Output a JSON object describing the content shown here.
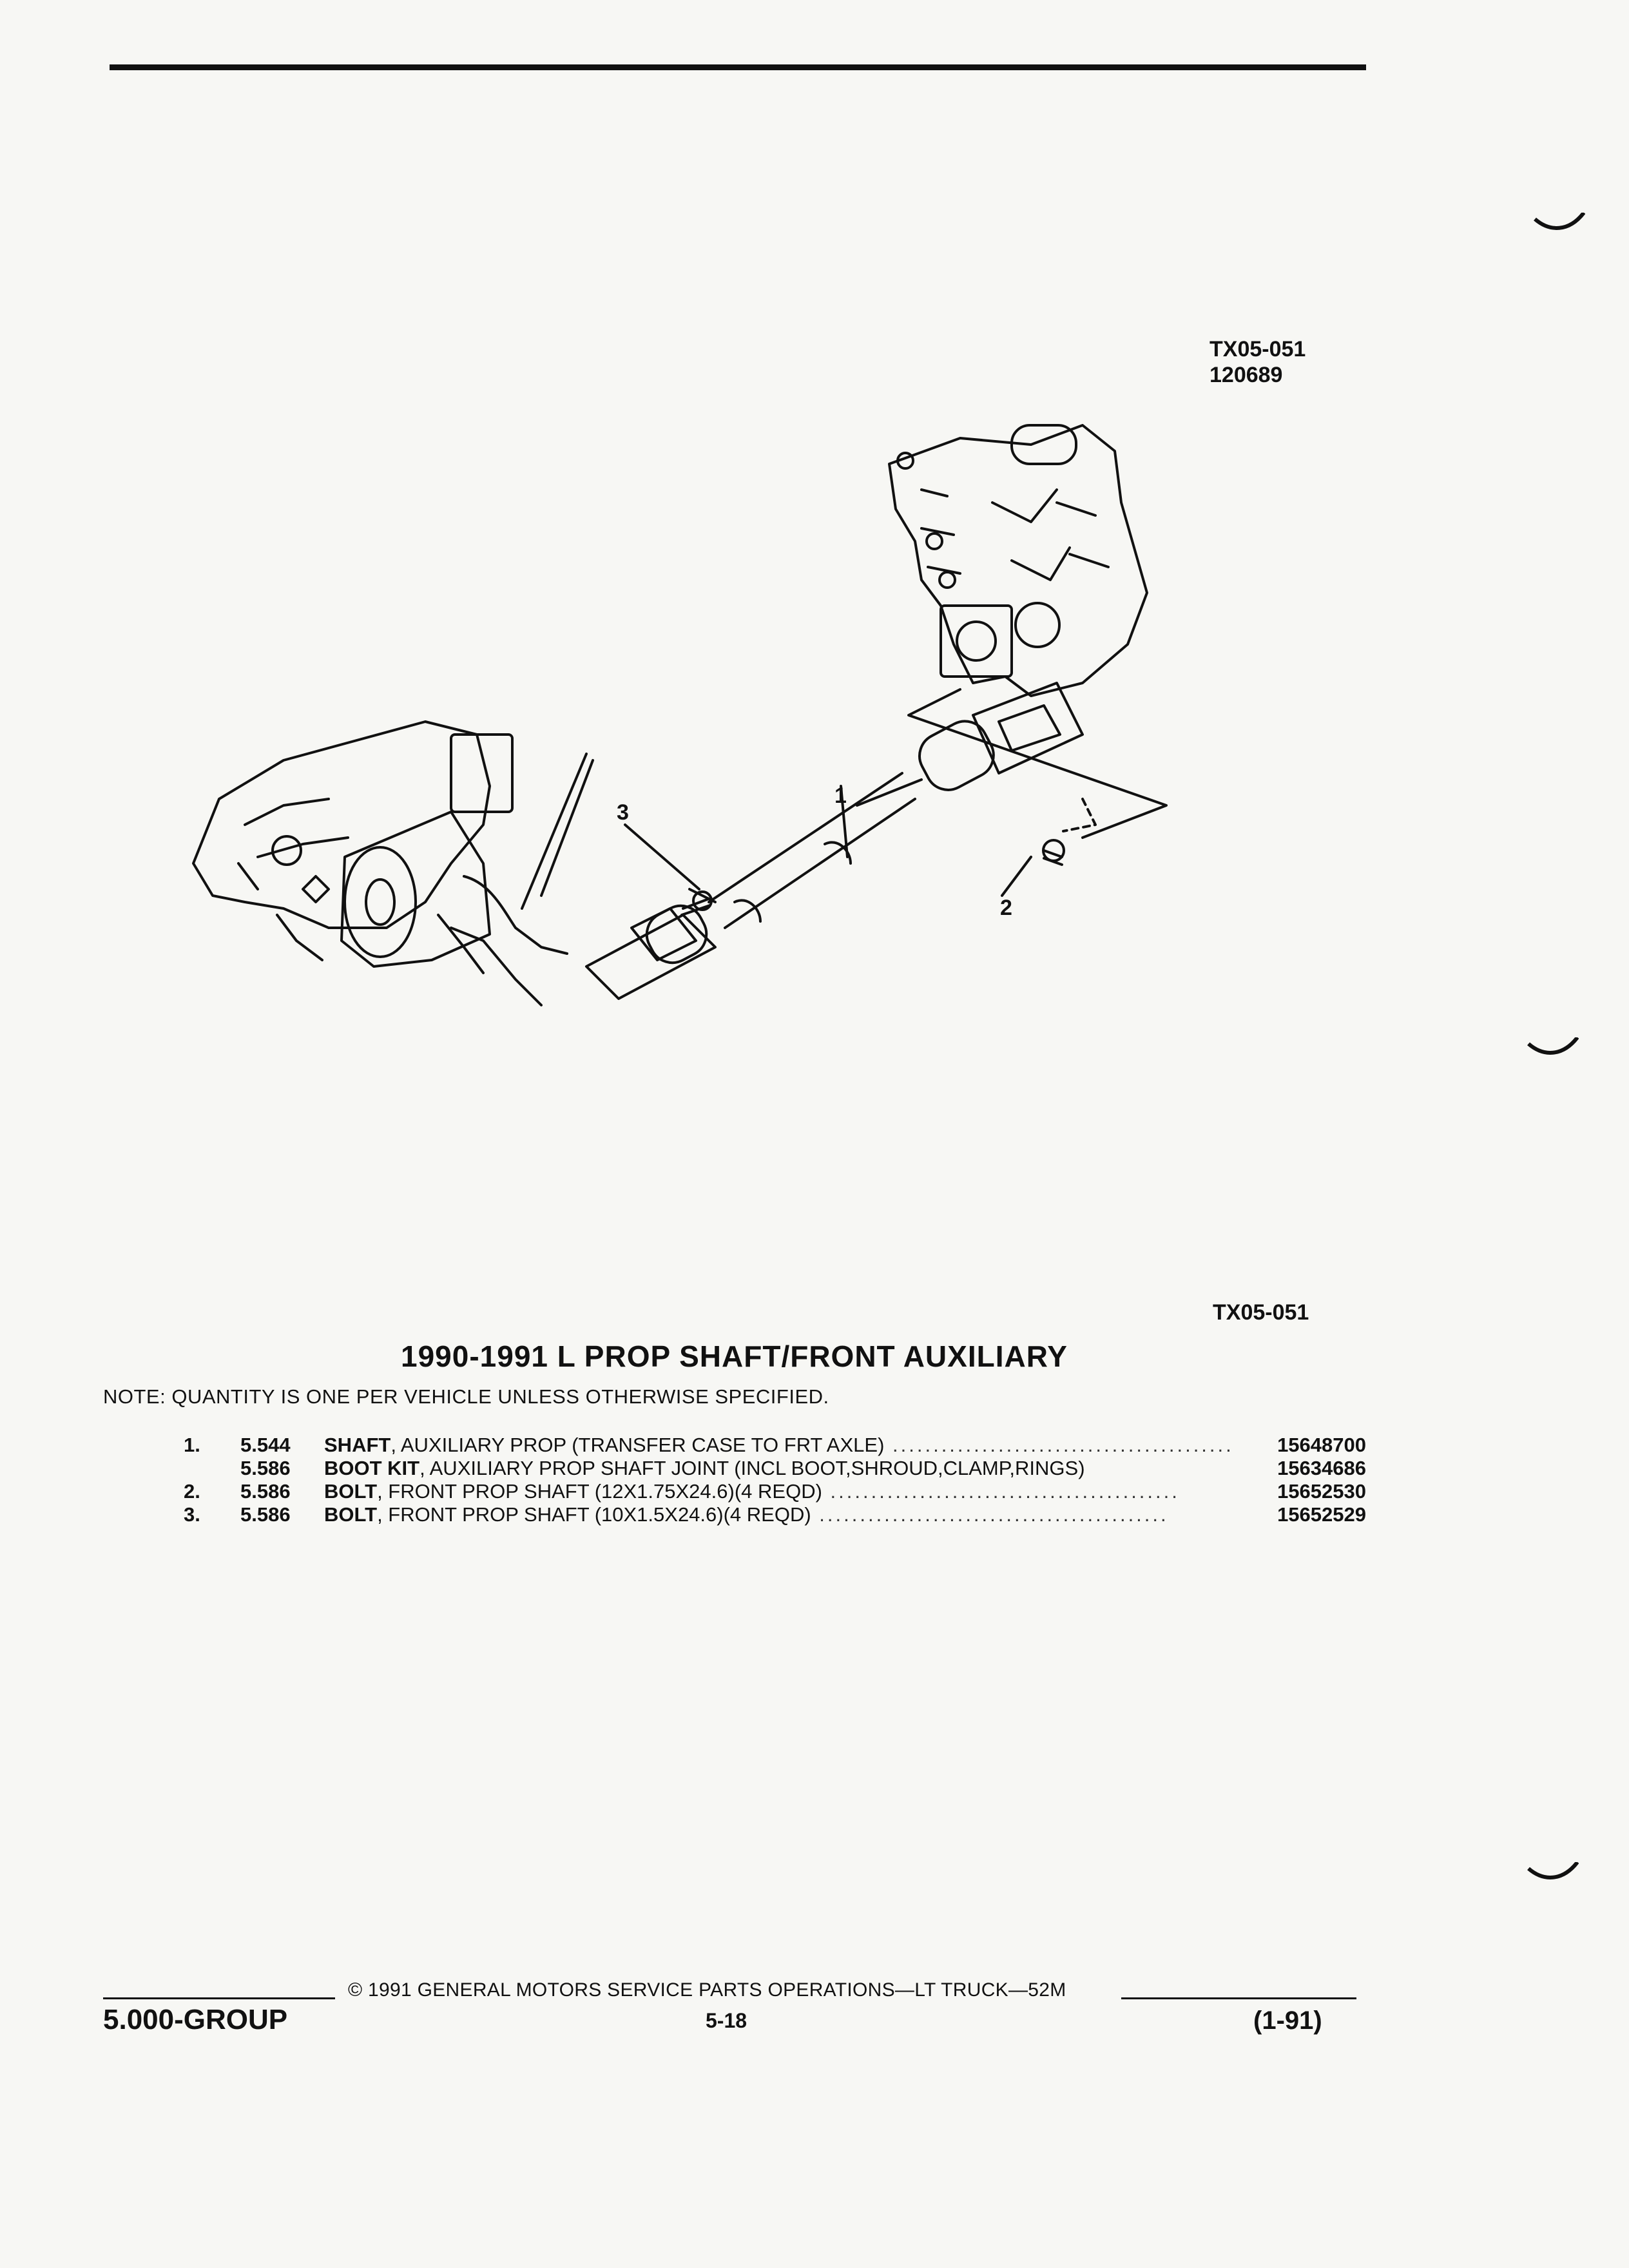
{
  "figure": {
    "ref_top_code": "TX05-051",
    "ref_top_date": "120689",
    "ref_bottom": "TX05-051",
    "callouts": [
      "1",
      "2",
      "3"
    ]
  },
  "heading": {
    "title": "1990-1991 L PROP SHAFT/FRONT AUXILIARY",
    "note": "NOTE:  QUANTITY IS ONE PER VEHICLE UNLESS OTHERWISE SPECIFIED."
  },
  "parts": [
    {
      "item": "1.",
      "code": "5.544",
      "name": "SHAFT",
      "desc": ", AUXILIARY PROP (TRANSFER CASE TO FRT AXLE)",
      "part_no": "15648700"
    },
    {
      "item": "",
      "code": "5.586",
      "name": "BOOT KIT",
      "desc": ", AUXILIARY PROP SHAFT JOINT (INCL BOOT,SHROUD,CLAMP,RINGS)",
      "part_no": "15634686"
    },
    {
      "item": "2.",
      "code": "5.586",
      "name": "BOLT",
      "desc": ", FRONT PROP SHAFT (12X1.75X24.6)(4 REQD)",
      "part_no": "15652530"
    },
    {
      "item": "3.",
      "code": "5.586",
      "name": "BOLT",
      "desc": ", FRONT PROP SHAFT (10X1.5X24.6)(4 REQD)",
      "part_no": "15652529"
    }
  ],
  "footer": {
    "copyright": "©  1991  GENERAL MOTORS SERVICE PARTS OPERATIONS—LT TRUCK—52M",
    "group": "5.000-GROUP",
    "page": "5-18",
    "date": "(1-91)"
  }
}
